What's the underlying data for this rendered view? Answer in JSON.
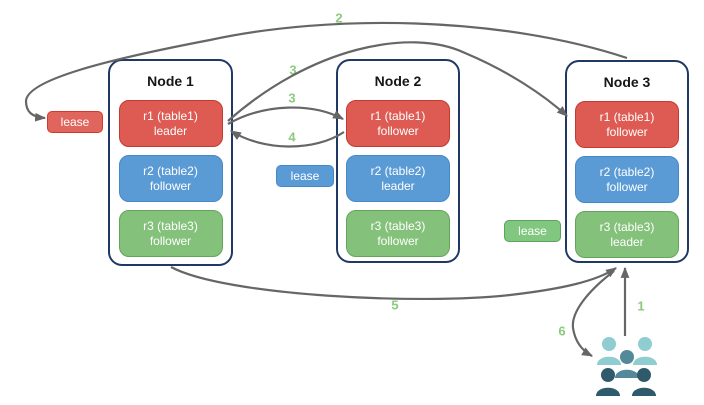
{
  "diagram": {
    "nodes": [
      {
        "title": "Node 1",
        "replicas": [
          {
            "name": "r1 (table1)",
            "role": "leader",
            "color": "red"
          },
          {
            "name": "r2 (table2)",
            "role": "follower",
            "color": "blue"
          },
          {
            "name": "r3 (table3)",
            "role": "follower",
            "color": "green"
          }
        ]
      },
      {
        "title": "Node 2",
        "replicas": [
          {
            "name": "r1 (table1)",
            "role": "follower",
            "color": "red"
          },
          {
            "name": "r2 (table2)",
            "role": "leader",
            "color": "blue"
          },
          {
            "name": "r3 (table3)",
            "role": "follower",
            "color": "green"
          }
        ]
      },
      {
        "title": "Node 3",
        "replicas": [
          {
            "name": "r1 (table1)",
            "role": "follower",
            "color": "red"
          },
          {
            "name": "r2 (table2)",
            "role": "follower",
            "color": "blue"
          },
          {
            "name": "r3 (table3)",
            "role": "leader",
            "color": "green"
          }
        ]
      }
    ],
    "leases": [
      {
        "label": "lease",
        "color": "red"
      },
      {
        "label": "lease",
        "color": "blue"
      },
      {
        "label": "lease",
        "color": "green"
      }
    ],
    "steps": [
      "1",
      "2",
      "3",
      "3",
      "4",
      "5",
      "6"
    ],
    "icons": [
      {
        "name": "users-group-icon"
      }
    ]
  },
  "colors": {
    "node_border": "#203864",
    "replica_red": "#DD5B52",
    "replica_red_border": "#C43A2E",
    "replica_blue": "#5B9BD5",
    "replica_blue_border": "#4489C8",
    "replica_green": "#84C17A",
    "replica_green_border": "#63A65B",
    "lease_red": "#E0655C",
    "lease_red_border": "#D6382C",
    "lease_blue": "#5B9BD5",
    "lease_blue_border": "#4489C8",
    "lease_green": "#82C77F",
    "lease_green_border": "#5BA35F",
    "arrow": "#666666",
    "step_label": "#8CC97F",
    "people_light": "#8FCDD1",
    "people_medium": "#54889B",
    "people_dark": "#2E5A6B"
  }
}
